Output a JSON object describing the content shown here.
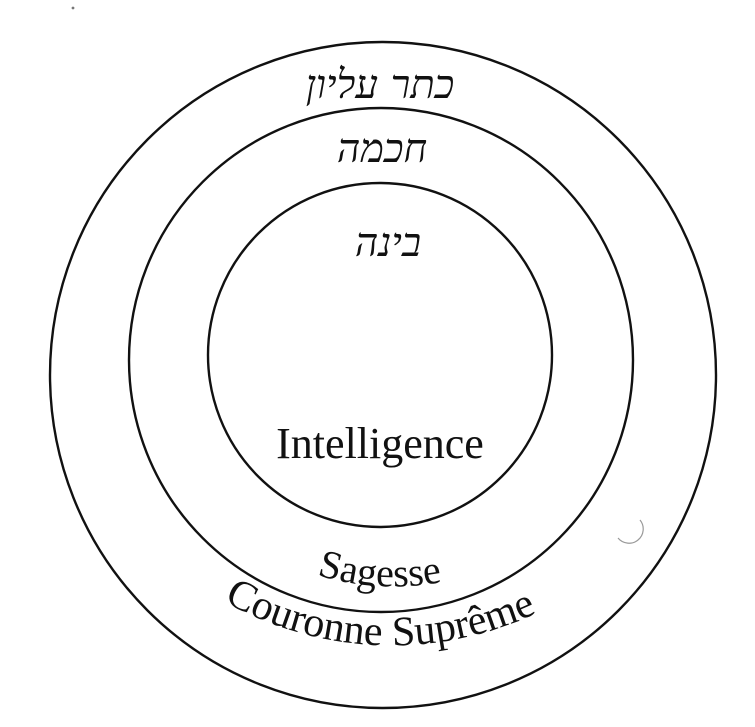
{
  "diagram": {
    "rings": [
      {
        "id": "outer",
        "hebrew": "כתר עליון",
        "french": "Couronne Suprême"
      },
      {
        "id": "middle",
        "hebrew": "חכמה",
        "french": "Sagesse"
      },
      {
        "id": "inner",
        "hebrew": "בינה",
        "french": "Intelligence"
      }
    ],
    "colors": {
      "ink": "#111111",
      "paper": "#ffffff"
    }
  }
}
